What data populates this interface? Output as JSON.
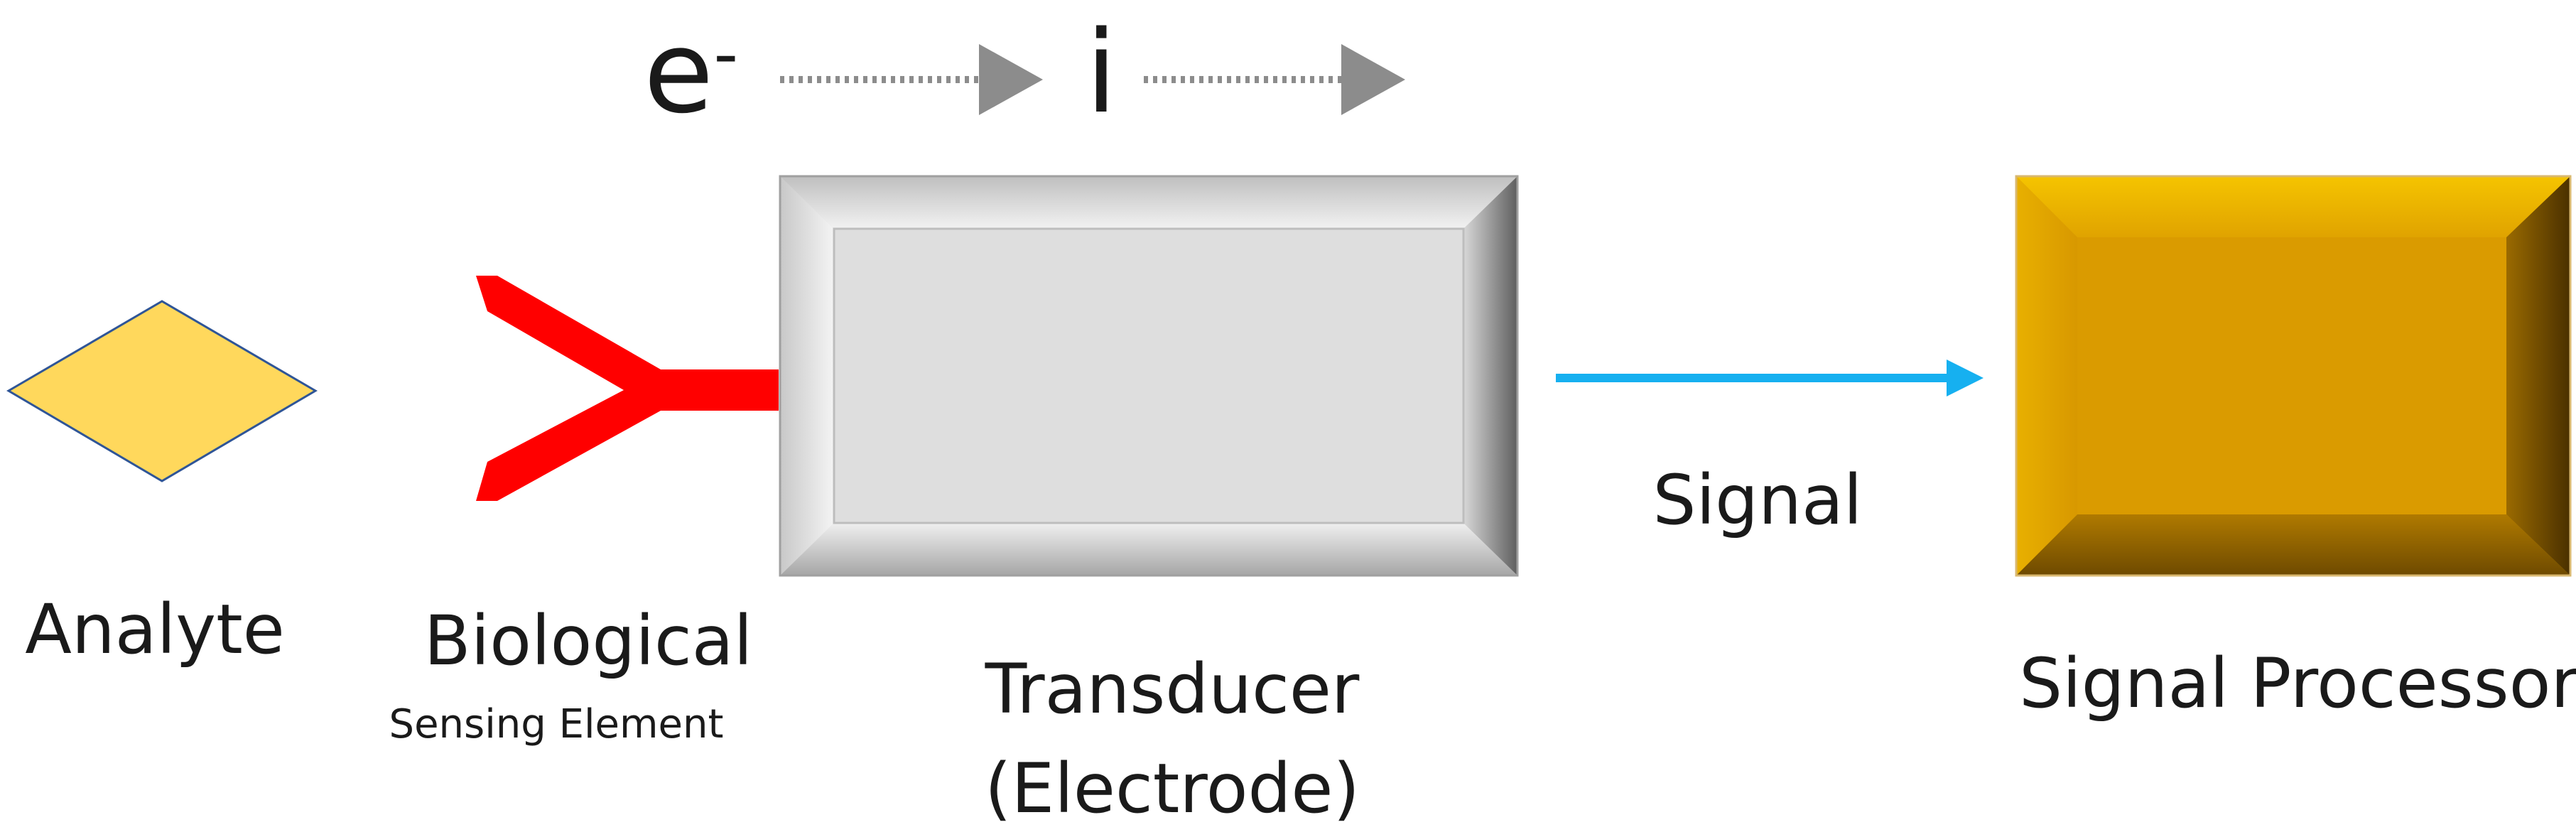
{
  "electron_label": "e",
  "electron_superscript": "-",
  "current_label": "i",
  "analyte_label": "Analyte",
  "biological_label": "Biological",
  "sensing_element_label": "Sensing Element",
  "transducer_label": "Transducer",
  "electrode_label": "(Electrode)",
  "signal_label": "Signal",
  "signal_processor_label": "Signal Processor",
  "colors": {
    "analyte_fill": "#FFD85C",
    "analyte_stroke": "#2F5597",
    "receptor": "#FF0000",
    "transducer_face": "#DEDEDE",
    "processor_face": "#DA9B00",
    "signal_arrow": "#16B0F0",
    "dotted_arrow": "#8C8C8C"
  }
}
